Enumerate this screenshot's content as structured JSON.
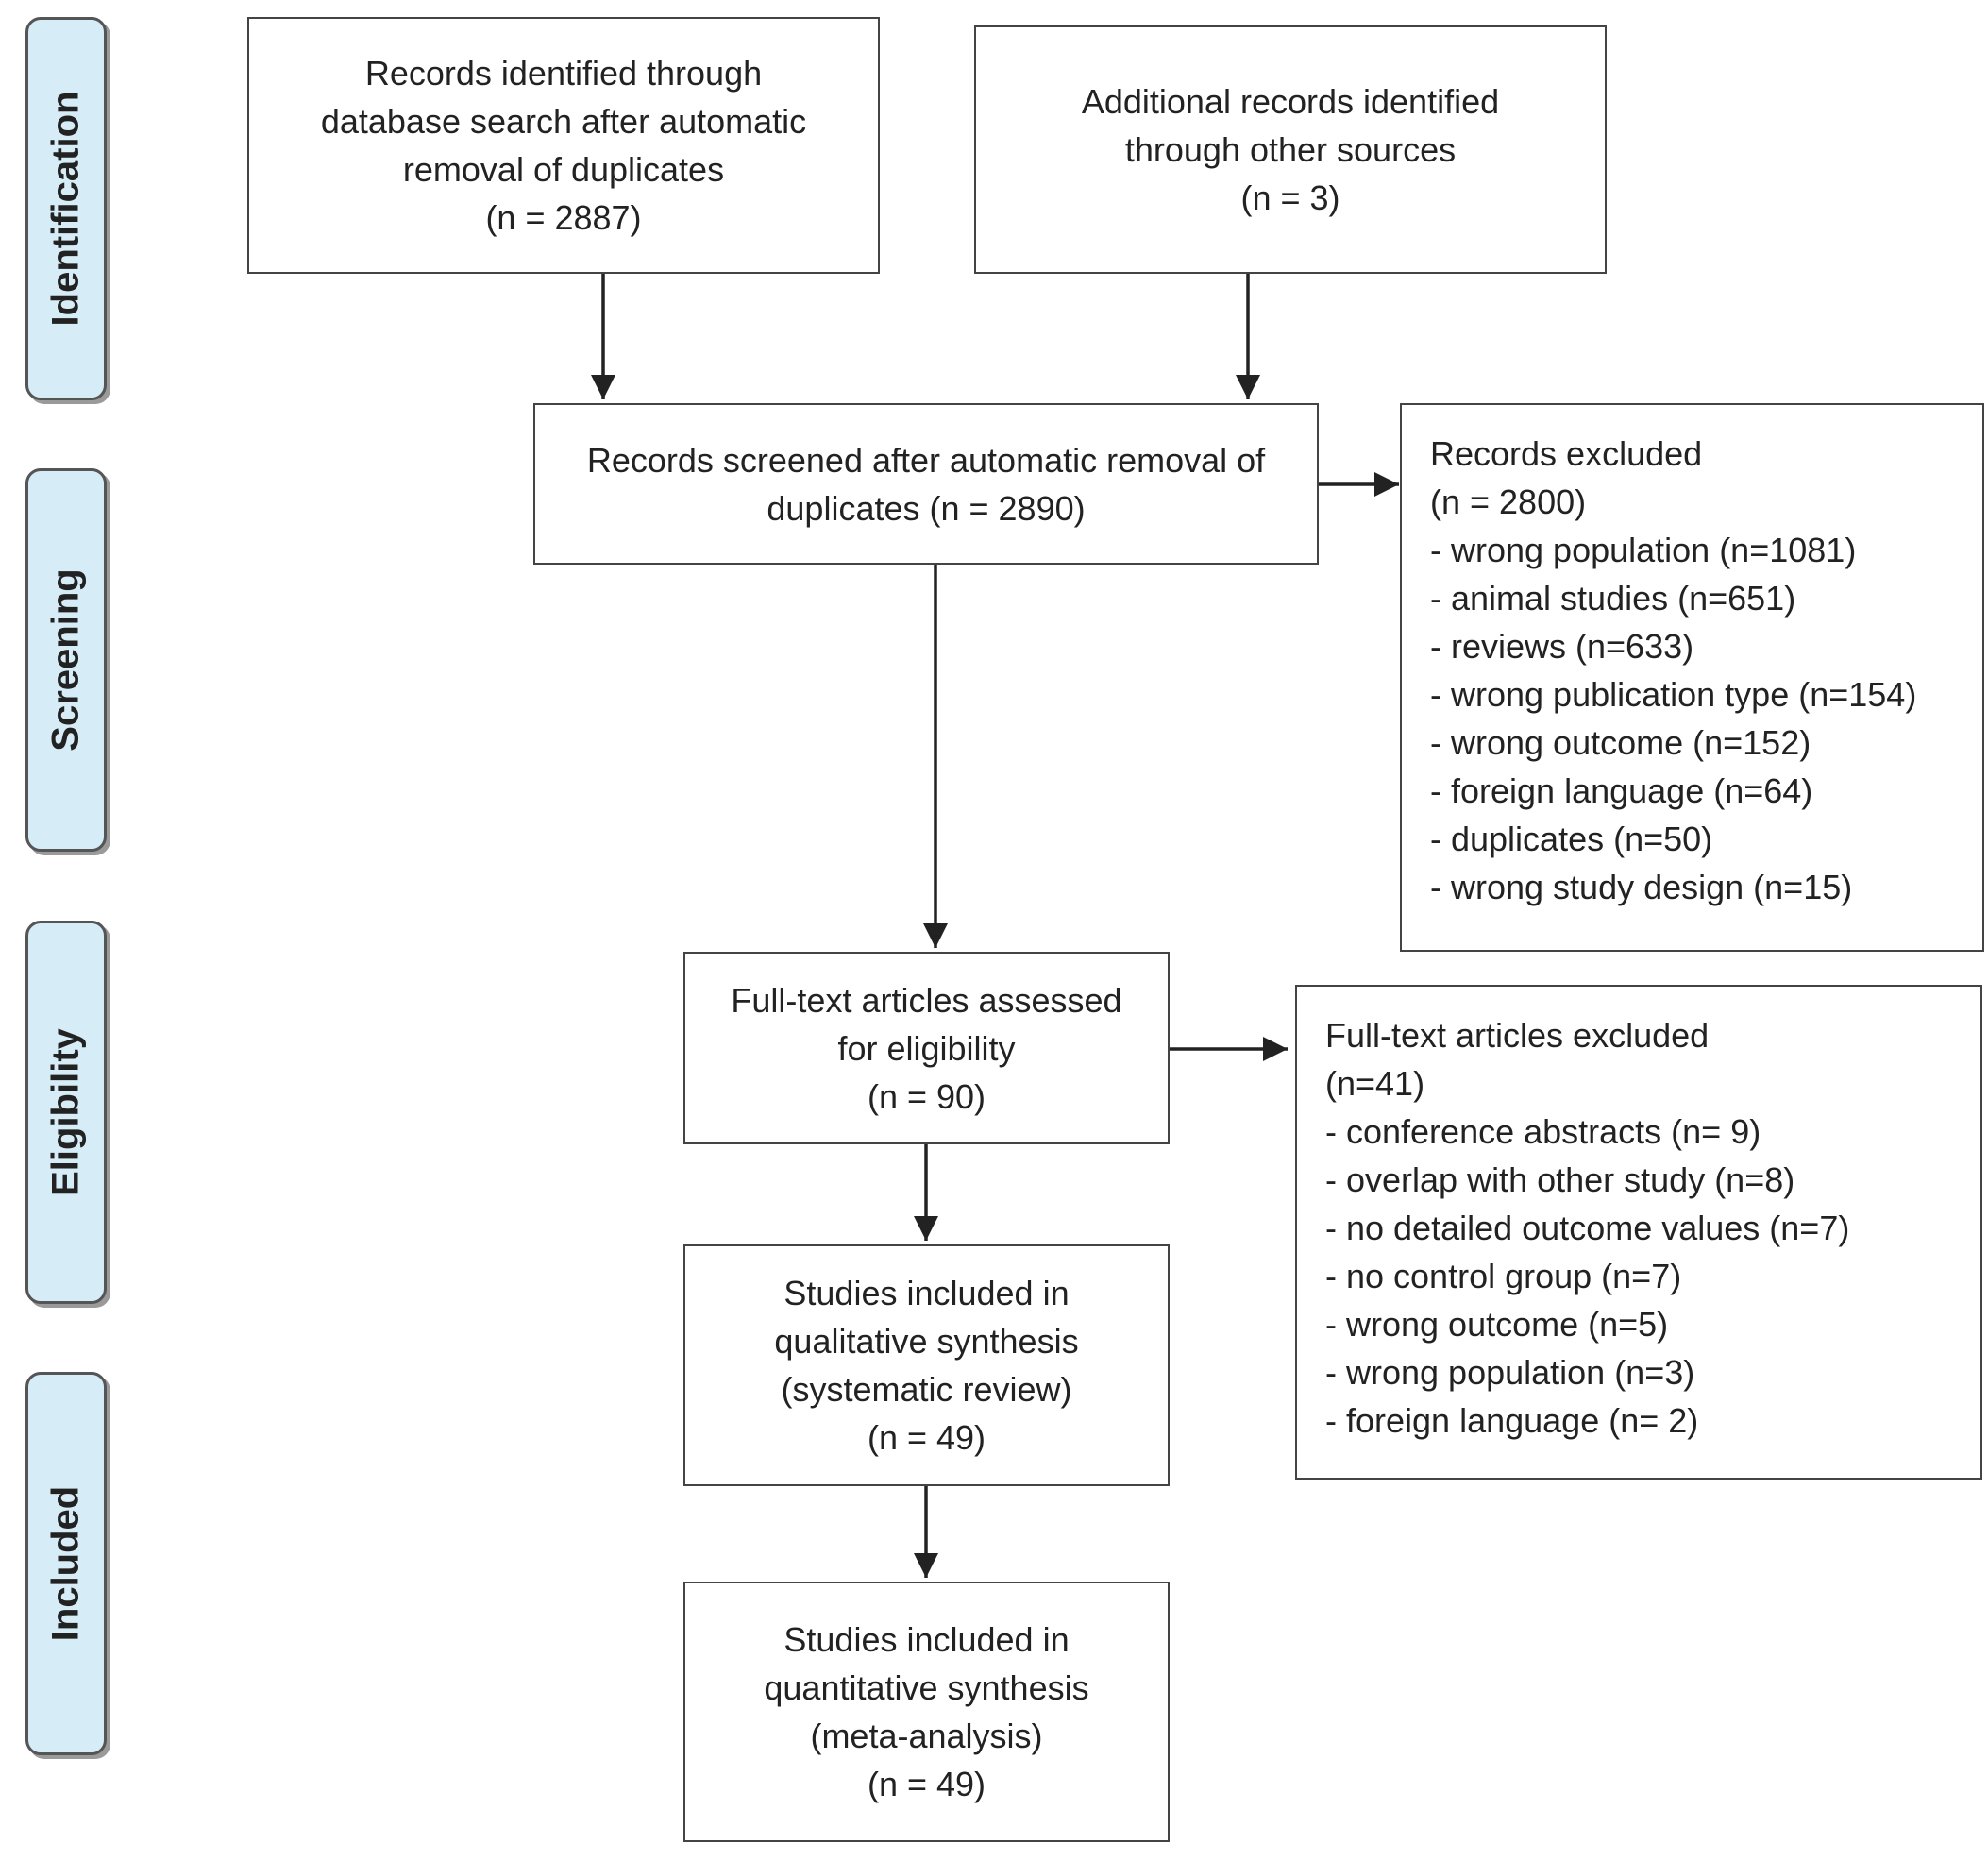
{
  "stages": {
    "identification": "Identification",
    "screening": "Screening",
    "eligibility": "Eligibility",
    "included": "Included"
  },
  "boxes": {
    "database_records": {
      "lines": [
        "Records identified through",
        "database search after automatic",
        "removal of duplicates",
        "(n =  2887)"
      ]
    },
    "other_records": {
      "lines": [
        "Additional records identified",
        "through other sources",
        "(n = 3)"
      ]
    },
    "screened": {
      "lines": [
        "Records screened after automatic removal of",
        "duplicates (n =  2890)"
      ]
    },
    "records_excluded": {
      "title": "Records excluded",
      "count": "(n =  2800)",
      "items": [
        "- wrong population (n=1081)",
        "- animal studies (n=651)",
        "- reviews (n=633)",
        "- wrong publication type (n=154)",
        "- wrong outcome (n=152)",
        "- foreign language (n=64)",
        "- duplicates (n=50)",
        "- wrong study design (n=15)"
      ]
    },
    "fulltext_assessed": {
      "lines": [
        "Full-text articles assessed",
        "for eligibility",
        "(n = 90)"
      ]
    },
    "fulltext_excluded": {
      "title": "Full-text articles excluded",
      "count": " (n=41)",
      "items": [
        "- conference abstracts (n= 9)",
        "- overlap with other study (n=8)",
        "- no detailed outcome values (n=7)",
        "- no control group (n=7)",
        "- wrong outcome (n=5)",
        "- wrong population (n=3)",
        "- foreign language (n= 2)"
      ]
    },
    "qualitative": {
      "lines": [
        "Studies included in",
        "qualitative synthesis",
        "(systematic review)",
        "(n = 49)"
      ]
    },
    "quantitative": {
      "lines": [
        "Studies included in",
        "quantitative synthesis",
        "(meta-analysis)",
        "(n = 49)"
      ]
    }
  },
  "colors": {
    "stage_fill": "#d6ecf7",
    "border": "#444444",
    "arrow": "#222222"
  }
}
